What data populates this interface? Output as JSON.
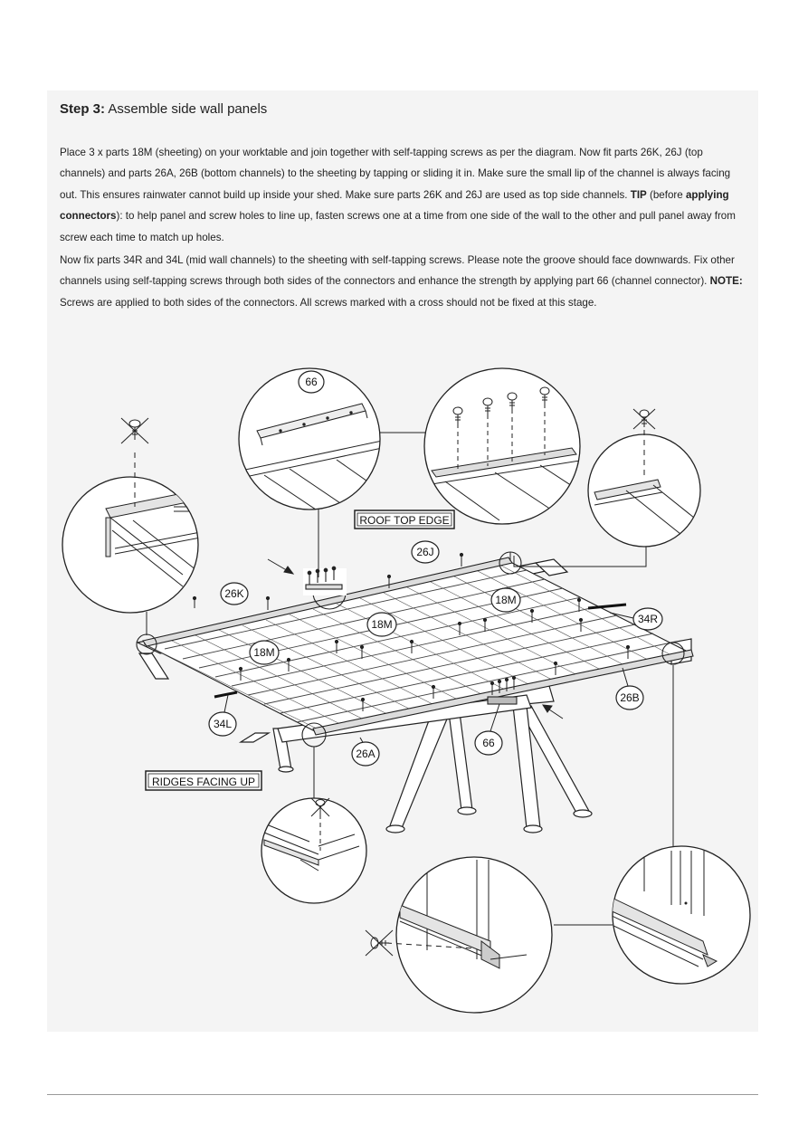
{
  "step": {
    "number": "Step 3:",
    "title": "Assemble side wall panels"
  },
  "instructions": {
    "p1_a": "Place 3 x parts 18M (sheeting) on your worktable and join together with self-tapping screws as per the diagram. Now fit parts 26K, 26J (top channels) and parts 26A, 26B (bottom channels) to the sheeting by tapping or sliding it in. Make sure the small lip of the channel is always facing out. This ensures rainwater cannot build up inside your shed. Make sure parts 26K and 26J are used as top side channels. ",
    "p1_tip": "TIP",
    "p1_b": " (before ",
    "p1_bold2": "applying connectors",
    "p1_c": "): to help panel and screw holes to line up, fasten screws one at a time from one side of the wall to the other and pull panel away from screw each time to match up holes.",
    "p2_a": "Now fix parts 34R and 34L (mid wall channels) to the sheeting with self-tapping screws. Please note the groove should face downwards. Fix other channels using self-tapping screws through both sides of the connectors and enhance the strength by applying part 66 (channel connector). ",
    "p2_note": "NOTE:",
    "p2_b": " Screws are applied to both sides of the connectors. All screws marked with a cross should not be fixed at this stage."
  },
  "diagram": {
    "labels": {
      "part_66_top": "66",
      "part_66_bottom": "66",
      "part_26j": "26J",
      "part_26k": "26K",
      "part_18m_a": "18M",
      "part_18m_b": "18M",
      "part_18m_c": "18M",
      "part_34r": "34R",
      "part_34l": "34L",
      "part_26b": "26B",
      "part_26a": "26A"
    },
    "callouts": {
      "roof_top_edge": "ROOF TOP EDGE",
      "ridges_facing_up": "RIDGES FACING UP"
    }
  }
}
